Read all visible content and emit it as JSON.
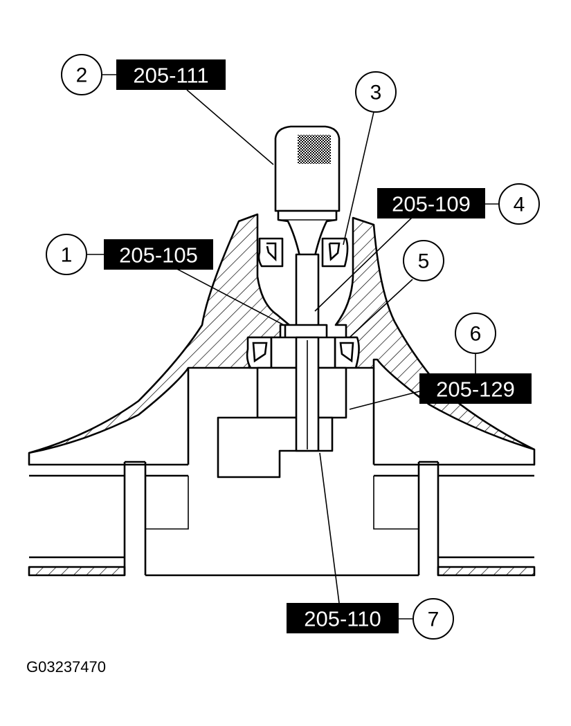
{
  "figure_id": "G03237470",
  "callouts": [
    {
      "number": "1",
      "tool": "205-105"
    },
    {
      "number": "2",
      "tool": "205-111"
    },
    {
      "number": "3",
      "tool": ""
    },
    {
      "number": "4",
      "tool": "205-109"
    },
    {
      "number": "5",
      "tool": ""
    },
    {
      "number": "6",
      "tool": "205-129"
    },
    {
      "number": "7",
      "tool": "205-110"
    }
  ]
}
